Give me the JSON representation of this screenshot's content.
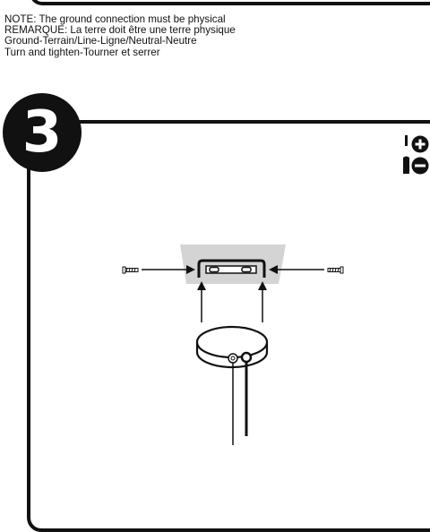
{
  "notes": [
    "NOTE: The ground connection must be physical",
    "REMARQUE: La terre doit être une terre physique",
    "Ground-Terrain/Line-Ligne/Neutral-Neutre",
    "Turn and tighten-Tourner et serrer"
  ],
  "step": {
    "number": "3"
  },
  "icons": {
    "tools": [
      "phillips-screwdriver-icon",
      "flathead-screwdriver-icon"
    ]
  },
  "colors": {
    "ink": "#111111",
    "ceiling": "#d4d4d4"
  }
}
